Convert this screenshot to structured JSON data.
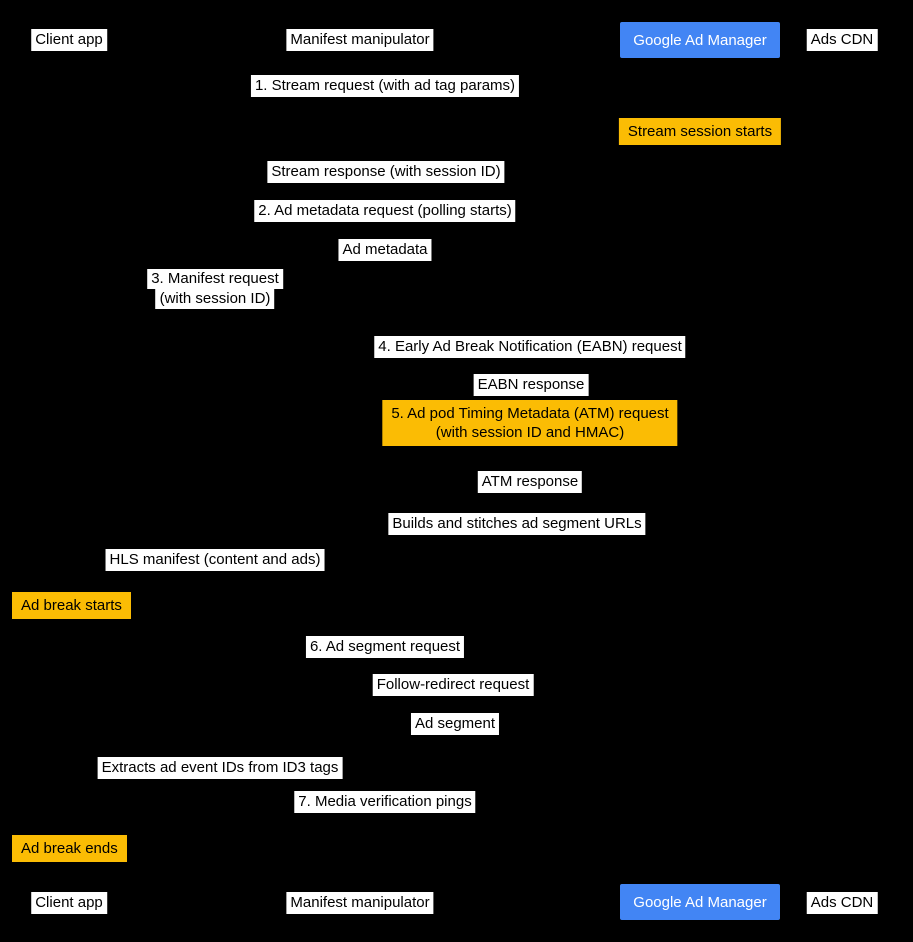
{
  "participants": {
    "client_app": "Client app",
    "manifest_manipulator": "Manifest manipulator",
    "google_ad_manager": "Google Ad Manager",
    "ads_cdn": "Ads CDN"
  },
  "messages": {
    "stream_request": "1. Stream request (with ad tag params)",
    "stream_response": "Stream response (with session ID)",
    "ad_metadata_request": "2. Ad metadata request (polling starts)",
    "ad_metadata": "Ad metadata",
    "manifest_request_line1": "3. Manifest request",
    "manifest_request_line2": "(with session ID)",
    "eabn_request": "4. Early Ad Break Notification (EABN) request",
    "eabn_response": "EABN response",
    "atm_request_line1": "5. Ad pod Timing Metadata (ATM) request",
    "atm_request_line2": "(with session ID and HMAC)",
    "atm_response": "ATM response",
    "builds_stitches": "Builds and stitches ad segment URLs",
    "hls_manifest": "HLS manifest (content and ads)",
    "ad_segment_request": "6. Ad segment request",
    "follow_redirect_request": "Follow-redirect request",
    "ad_segment": "Ad segment",
    "extracts_id3": "Extracts ad event IDs from ID3 tags",
    "media_verification_pings": "7. Media verification pings"
  },
  "notes": {
    "stream_session_starts": "Stream session starts",
    "ad_break_starts": "Ad break starts",
    "ad_break_ends": "Ad break ends"
  },
  "colors": {
    "background": "#000000",
    "label_background": "#ffffff",
    "label_text": "#000000",
    "primary_blue": "#4285F4",
    "primary_text": "#ffffff",
    "highlight_yellow": "#FBBC04"
  }
}
